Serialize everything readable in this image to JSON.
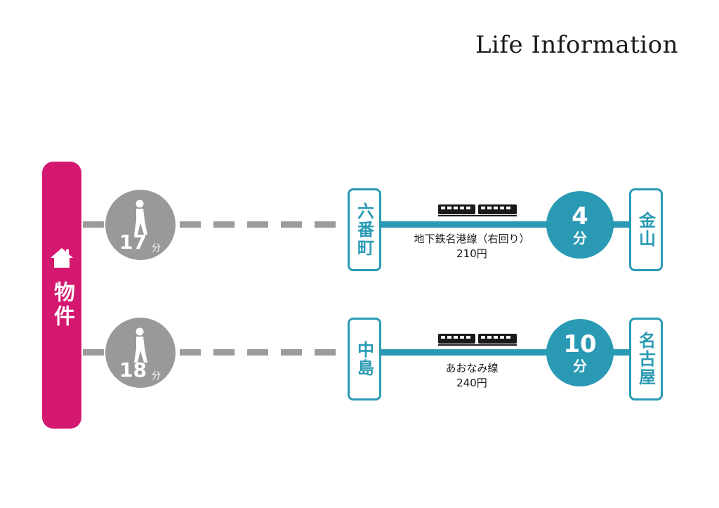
{
  "title": "Life Information",
  "property": {
    "label": "物件",
    "icon": "house-icon",
    "color": "#d4186f"
  },
  "routes": [
    {
      "walk": {
        "minutes": "17",
        "unit": "分",
        "icon": "walking-person-icon"
      },
      "from_station": "六番町",
      "line": {
        "name": "地下鉄名港線（右回り）",
        "fare": "210円",
        "icon": "train-icon"
      },
      "ride": {
        "minutes": "4",
        "unit": "分"
      },
      "to_station": "金山"
    },
    {
      "walk": {
        "minutes": "18",
        "unit": "分",
        "icon": "walking-person-icon"
      },
      "from_station": "中島",
      "line": {
        "name": "あおなみ線",
        "fare": "240円",
        "icon": "train-icon"
      },
      "ride": {
        "minutes": "10",
        "unit": "分"
      },
      "to_station": "名古屋"
    }
  ],
  "colors": {
    "accent": "#2a9ab4",
    "walk": "#999999",
    "property": "#d4186f"
  }
}
